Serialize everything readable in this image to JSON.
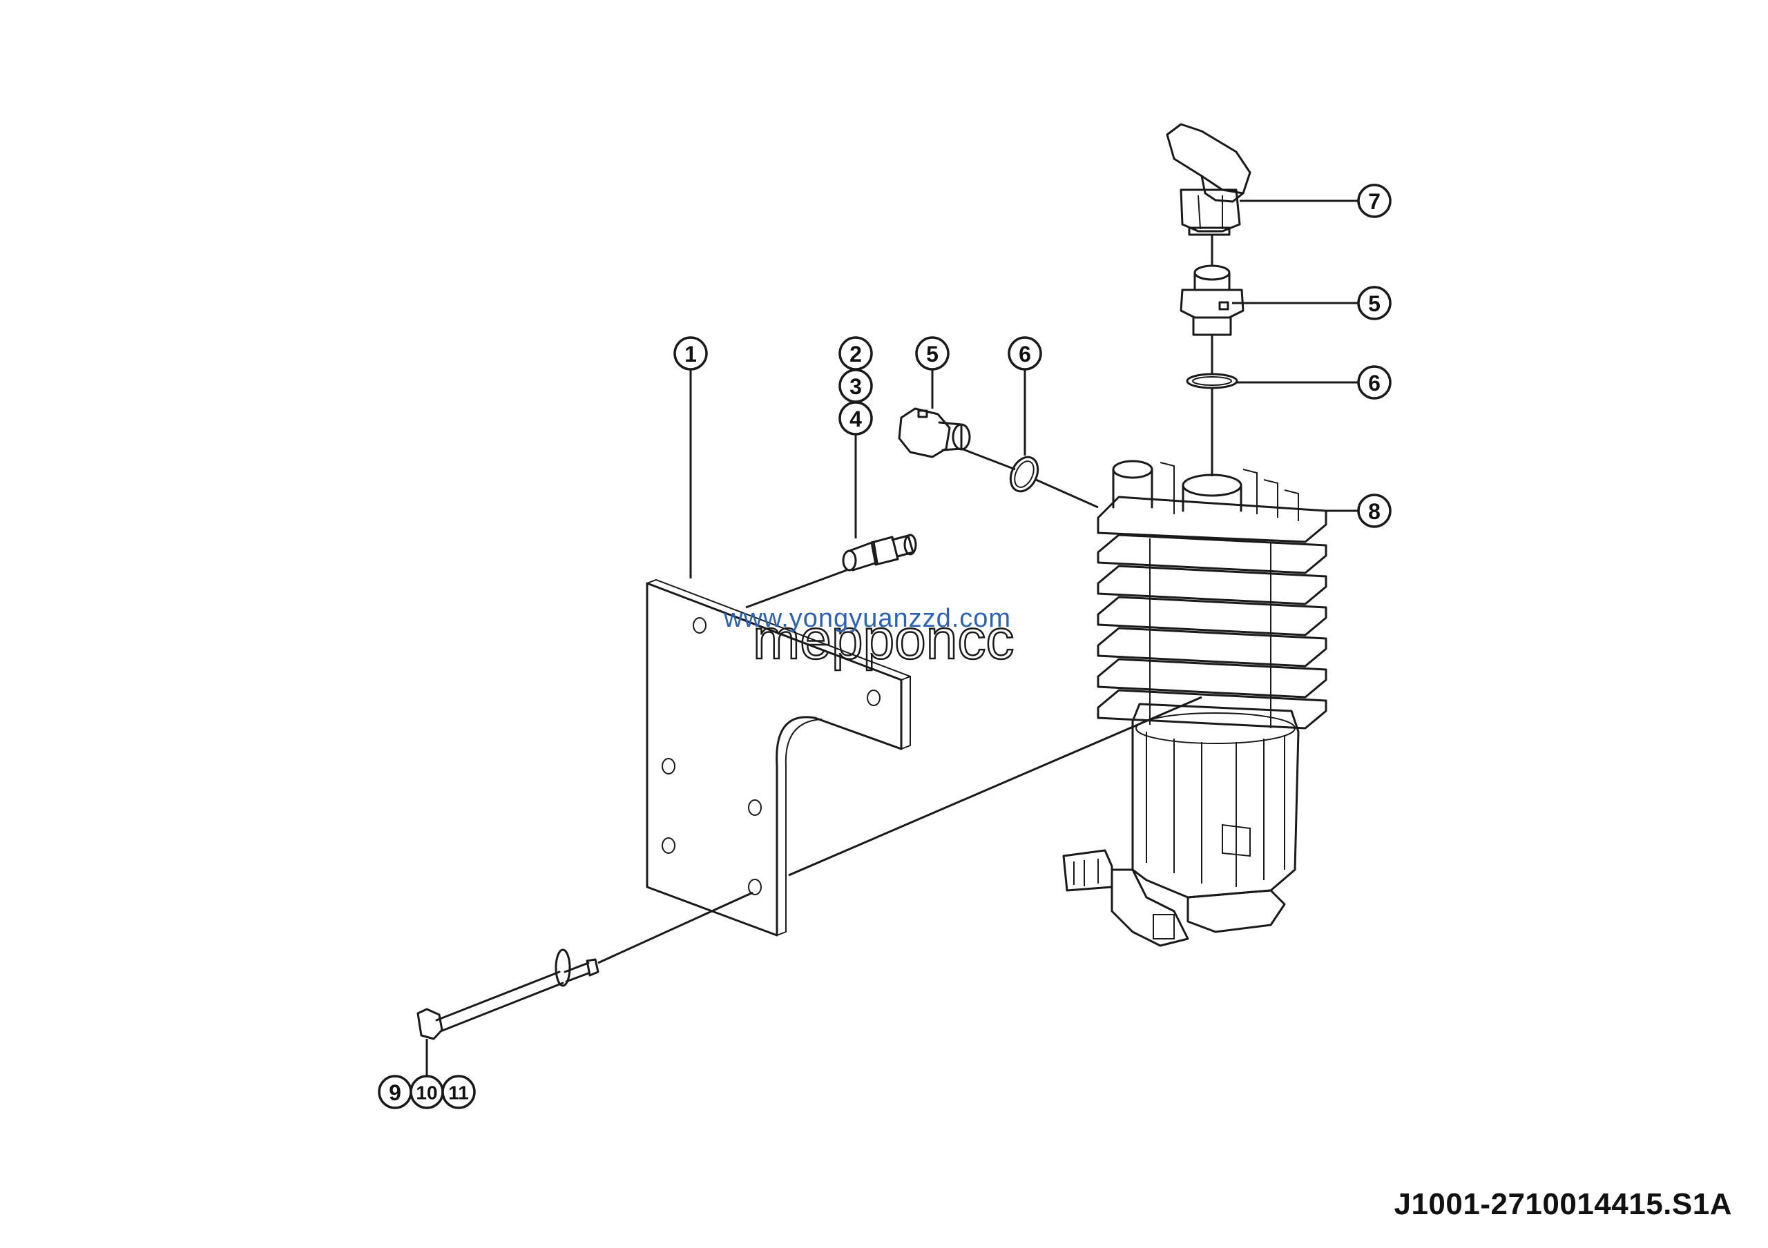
{
  "drawing_number": "J1001-2710014415.S1A",
  "watermarks": {
    "url": "www.yongyuanzzd.com",
    "brand": "mepponcc"
  },
  "callouts": [
    "1",
    "2",
    "3",
    "4",
    "5",
    "6",
    "5",
    "6",
    "7",
    "8",
    "9",
    "10",
    "11"
  ],
  "parts": {
    "bracket": "mounting-bracket",
    "bolt": "long-bolt-with-washer",
    "small_fitting": "small-union-fitting",
    "side_fitting": "union-fitting-side",
    "side_oring": "o-ring-side",
    "top_elbow": "elbow-fitting",
    "top_fitting": "union-fitting-top",
    "top_oring": "o-ring-top",
    "unit": "finned-pump-unit"
  }
}
